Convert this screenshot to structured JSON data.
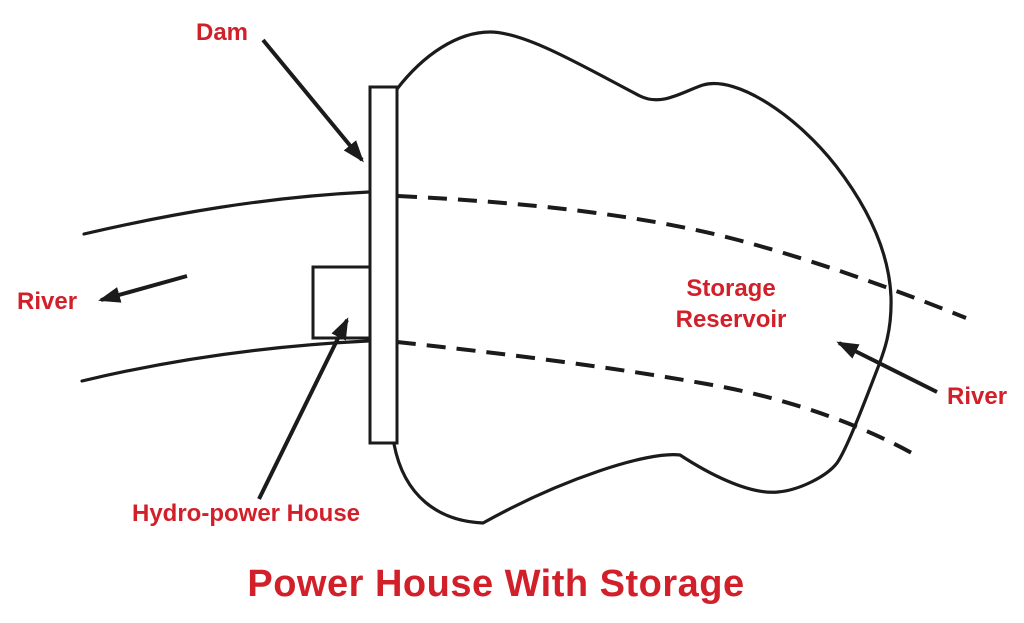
{
  "diagram": {
    "title": "Power House With Storage",
    "labels": {
      "dam": "Dam",
      "river_left": "River",
      "hydro_power_house": "Hydro-power House",
      "storage_line1": "Storage",
      "storage_line2": "Reservoir",
      "river_right": "River"
    }
  },
  "colors": {
    "label_red": "#d1202a",
    "line_black": "#1b1b1b",
    "background": "#ffffff"
  }
}
